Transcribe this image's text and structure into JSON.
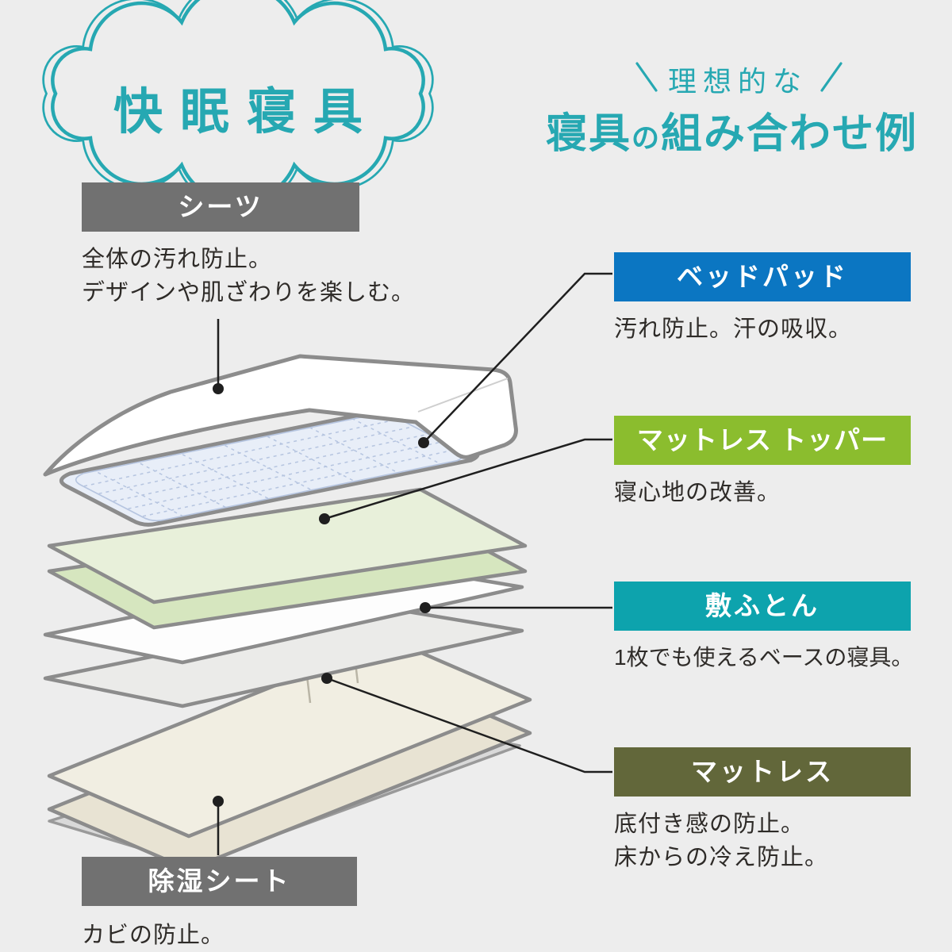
{
  "page": {
    "background": "#ededed",
    "accent_teal": "#26a8b2",
    "line_color": "#1f1f1f",
    "outline_gray": "#8c8c8c"
  },
  "cloud_badge": {
    "title": "快眠寝具"
  },
  "heading": {
    "kicker": "理想的な",
    "title_part1": "寝具",
    "title_particle": "の",
    "title_part2": "組み合わせ例"
  },
  "labels": {
    "sheets": {
      "name": "シーツ",
      "desc1": "全体の汚れ防止。",
      "desc2": "デザインや肌ざわりを楽しむ。",
      "box_color": "#717171"
    },
    "bed_pad": {
      "name": "ベッドパッド",
      "desc1": "汚れ防止。汗の吸収。",
      "box_color": "#0b76c2"
    },
    "topper": {
      "name": "マットレス トッパー",
      "desc1": "寝心地の改善。",
      "box_color": "#8bbd2e"
    },
    "shikifuton": {
      "name": "敷ふとん",
      "desc1": "1枚でも使えるベースの寝具。",
      "box_color": "#0da3ad"
    },
    "mattress": {
      "name": "マットレス",
      "desc1": "底付き感の防止。",
      "desc2": "床からの冷え防止。",
      "box_color": "#62673a"
    },
    "dehumid": {
      "name": "除湿シート",
      "desc1": "カビの防止。",
      "box_color": "#717171"
    }
  },
  "illustration": {
    "layers_top_to_bottom": [
      "シーツ",
      "ベッドパッド",
      "マットレス トッパー",
      "敷ふとん",
      "マットレス",
      "除湿シート"
    ],
    "sheet_color": "#ffffff",
    "pad_color": "#e8eef8",
    "topper_color": "#e8f0da",
    "futon_color": "#fdfdfd",
    "mattress_color": "#f1eee2",
    "dehumid_color": "#d9d9d9"
  }
}
